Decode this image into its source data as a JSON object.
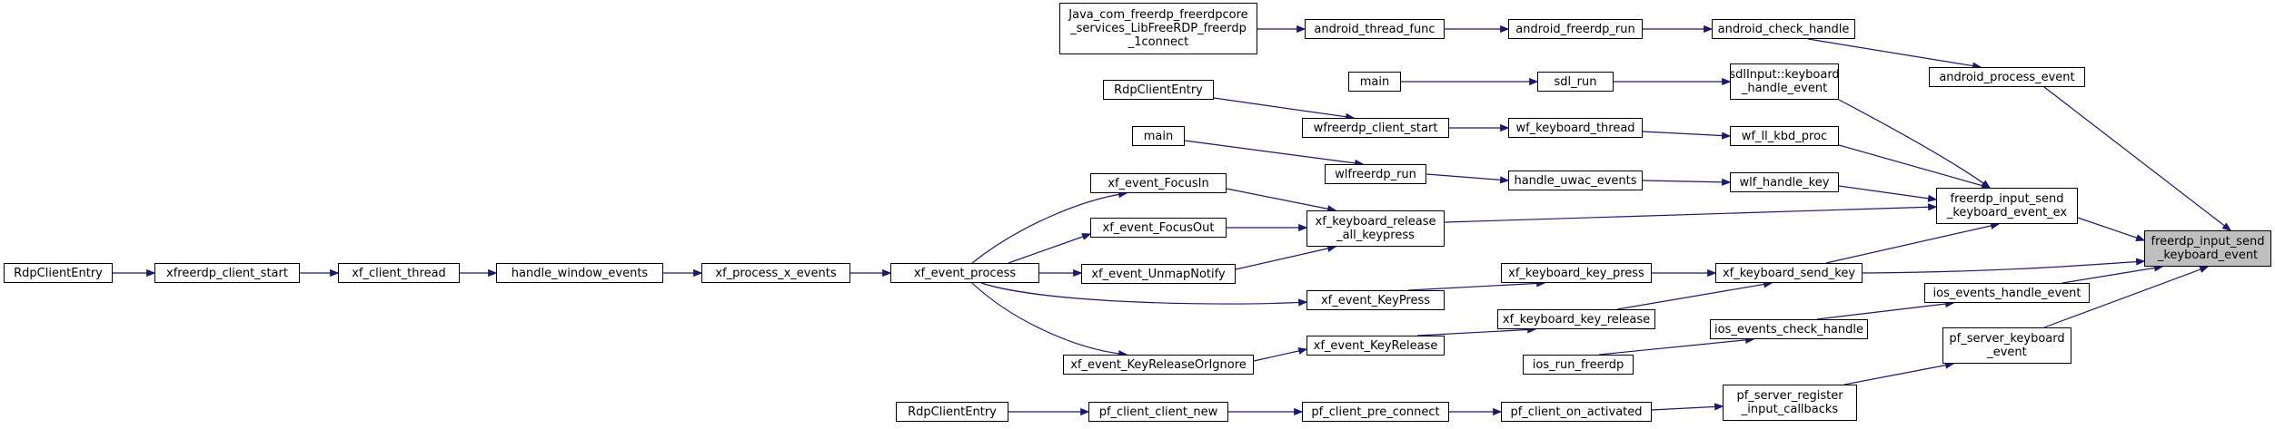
{
  "graph": {
    "type": "caller-graph",
    "edge_color": "#191970",
    "focus_fill": "#bfbfbf",
    "nodes": {
      "n_java": "Java_com_freerdp_freerdpcore\n_services_LibFreeRDP_freerdp\n_1connect",
      "n_athread": "android_thread_func",
      "n_afrun": "android_freerdp_run",
      "n_acheck": "android_check_handle",
      "n_aproc": "android_process_event",
      "n_main1": "main",
      "n_sdlrun": "sdl_run",
      "n_sdlkbd": "sdlInput::keyboard\n_handle_event",
      "n_rdpce1": "RdpClientEntry",
      "n_wfstart": "wfreerdp_client_start",
      "n_wfkthread": "wf_keyboard_thread",
      "n_wfll": "wf_ll_kbd_proc",
      "n_main2": "main",
      "n_wlfrun": "wlfreerdp_run",
      "n_huwac": "handle_uwac_events",
      "n_wlfkey": "wlf_handle_key",
      "n_focusin": "xf_event_FocusIn",
      "n_focusout": "xf_event_FocusOut",
      "n_unmap": "xf_event_UnmapNotify",
      "n_kbrel_all": "xf_keyboard_release\n_all_keypress",
      "n_sendex": "freerdp_input_send\n_keyboard_event_ex",
      "n_target": "freerdp_input_send\n_keyboard_event",
      "n_rdpce2": "RdpClientEntry",
      "n_xfstart": "xfreerdp_client_start",
      "n_xfthread": "xf_client_thread",
      "n_hwin": "handle_window_events",
      "n_xproc": "xf_process_x_events",
      "n_evproc": "xf_event_process",
      "n_keypress": "xf_event_KeyPress",
      "n_kbpress": "xf_keyboard_key_press",
      "n_kbsend": "xf_keyboard_send_key",
      "n_ioshandle": "ios_events_handle_event",
      "n_kbrelease": "xf_keyboard_key_release",
      "n_ioscheck": "ios_events_check_handle",
      "n_pfkbd": "pf_server_keyboard\n_event",
      "n_relign": "xf_event_KeyReleaseOrIgnore",
      "n_keyrel": "xf_event_KeyRelease",
      "n_iosrun": "ios_run_freerdp",
      "n_rdpce3": "RdpClientEntry",
      "n_pfnew": "pf_client_client_new",
      "n_pfpre": "pf_client_pre_connect",
      "n_pfact": "pf_client_on_activated",
      "n_pfreg": "pf_server_register\n_input_callbacks"
    }
  }
}
